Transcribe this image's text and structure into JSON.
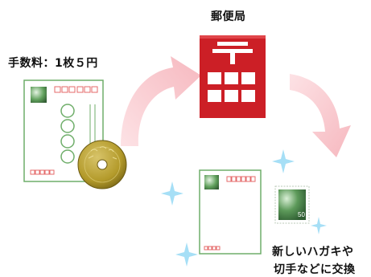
{
  "labels": {
    "fee": "手数料：1枚５円",
    "post_office": "郵便局",
    "result_line1": "新しいハガキや",
    "result_line2": "切手などに交換"
  },
  "icons": {
    "old_postcard": "postcard-icon",
    "coin": "five-yen-coin-icon",
    "post_office": "post-office-icon",
    "arrow_in": "curved-arrow-icon",
    "arrow_out": "curved-arrow-icon",
    "new_postcard": "postcard-icon",
    "new_stamp": "stamp-icon",
    "sparkle": "sparkle-icon"
  },
  "stamp_value": "50",
  "colors": {
    "post_office_red": "#cc1f26",
    "arrow_pink": "#f7c3c9",
    "sparkle_blue": "#9fdcf5",
    "postcard_green": "#6fae6a",
    "postcard_red": "#e46a6a",
    "coin_gold": "#b89b2c"
  }
}
